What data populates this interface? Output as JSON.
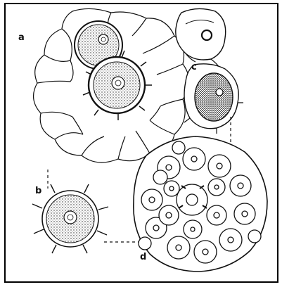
{
  "figure": {
    "labels": {
      "a": "a",
      "b": "b",
      "c": "c",
      "d": "d"
    }
  },
  "colors": {
    "ink": "#111111",
    "paper": "#ffffff",
    "stipple": "#2a2a2a"
  }
}
